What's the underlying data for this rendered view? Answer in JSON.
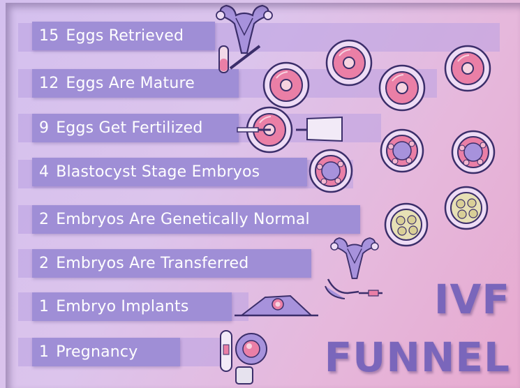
{
  "steps": [
    {
      "number": "15",
      "label": "Eggs Retrieved"
    },
    {
      "number": "12",
      "label": "Eggs Are Mature"
    },
    {
      "number": "9",
      "label": "Eggs Get Fertilized"
    },
    {
      "number": "4",
      "label": "Blastocyst Stage Embryos"
    },
    {
      "number": "2",
      "label": "Embryos Are Genetically Normal"
    },
    {
      "number": "2",
      "label": "Embryos Are Transferred"
    },
    {
      "number": "1",
      "label": "Embryo Implants"
    },
    {
      "number": "1",
      "label": "Pregnancy"
    }
  ],
  "title": {
    "line1": "IVF",
    "line2": "FUNNEL"
  },
  "colors": {
    "bar": "#9f8ed6",
    "title": "#7a66bb",
    "egg_pink": "#ea7fa6",
    "outline": "#3b2e6a"
  },
  "icons": [
    "uterus-icon",
    "test-tube-icon",
    "egg-cell-icon",
    "pipette-icon",
    "blastocyst-icon",
    "ultrasound-icon",
    "pregnancy-test-icon"
  ]
}
